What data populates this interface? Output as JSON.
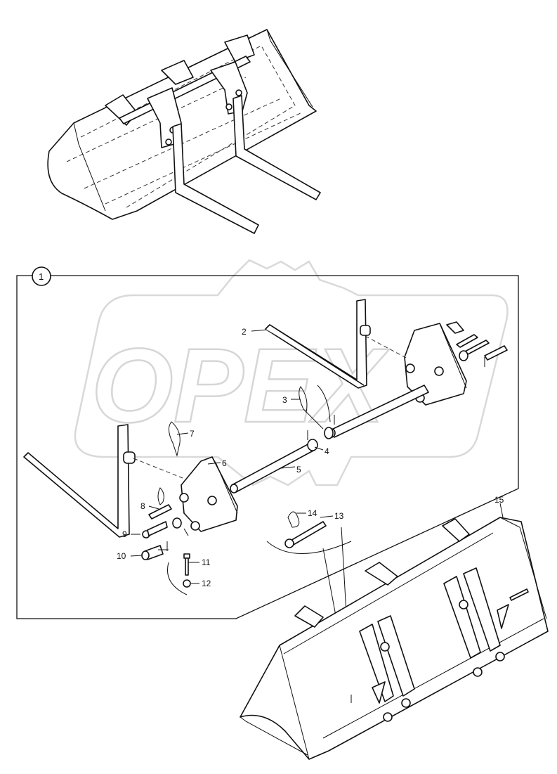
{
  "watermark": {
    "text": "OPEX"
  },
  "group": {
    "number": "1"
  },
  "callouts": [
    {
      "n": "2"
    },
    {
      "n": "3"
    },
    {
      "n": "4"
    },
    {
      "n": "5"
    },
    {
      "n": "6"
    },
    {
      "n": "7"
    },
    {
      "n": "8"
    },
    {
      "n": "9"
    },
    {
      "n": "10"
    },
    {
      "n": "11"
    },
    {
      "n": "12"
    },
    {
      "n": "13"
    },
    {
      "n": "14"
    },
    {
      "n": "15"
    }
  ]
}
